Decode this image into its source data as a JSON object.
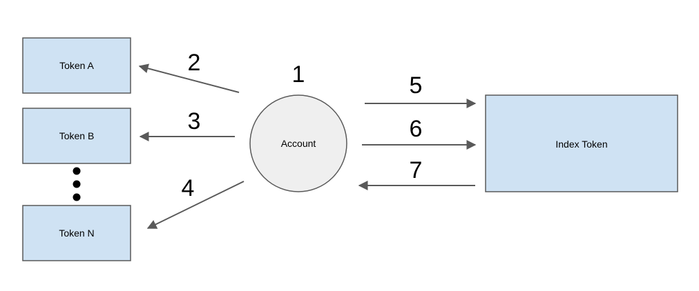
{
  "nodes": {
    "token_a": "Token A",
    "token_b": "Token B",
    "token_n": "Token N",
    "account": "Account",
    "index_token": "Index Token"
  },
  "steps": [
    "1",
    "2",
    "3",
    "4",
    "5",
    "6",
    "7"
  ],
  "colors": {
    "box_fill": "#cfe2f3",
    "circle_fill": "#efefef",
    "stroke": "#595959",
    "text": "#000000"
  }
}
